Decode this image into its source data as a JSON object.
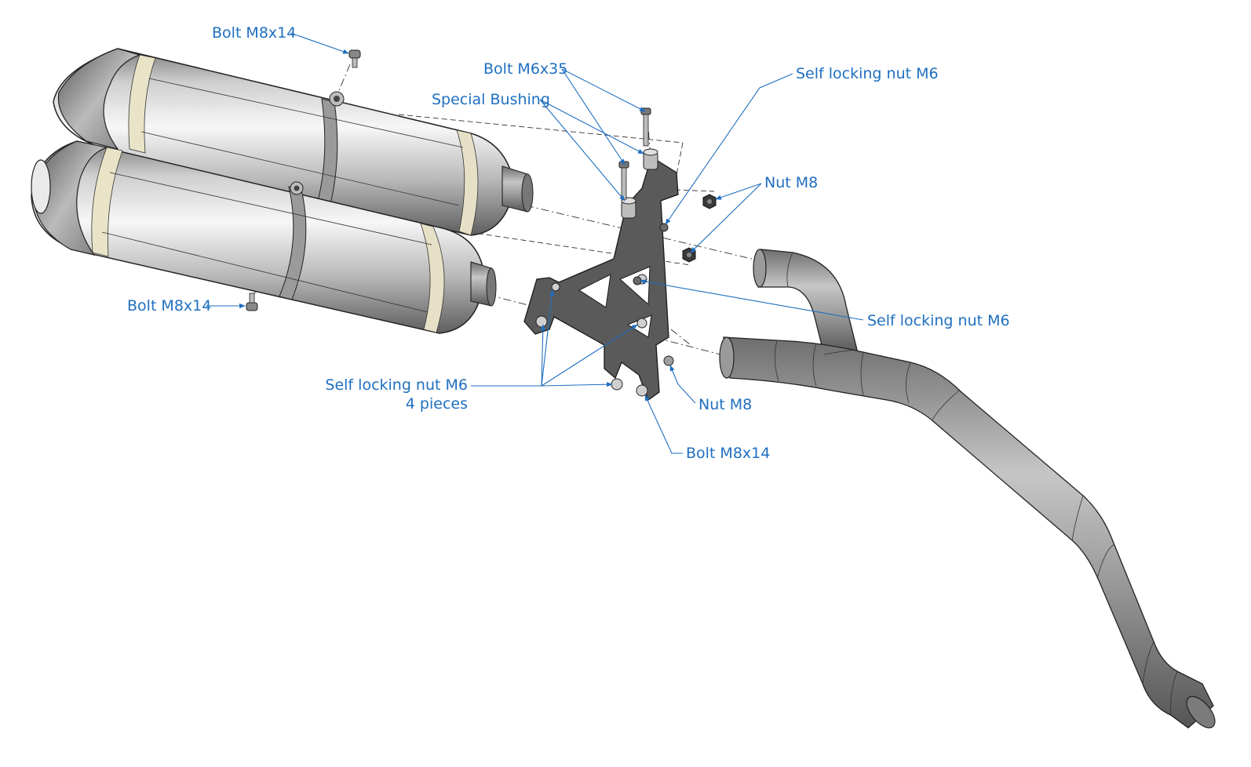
{
  "labels": {
    "bolt_m8x14_top": "Bolt M8x14",
    "bolt_m6x35": "Bolt M6x35",
    "special_bushing": "Special Bushing",
    "self_locking_nut_m6_top": "Self locking nut M6",
    "nut_m8_right": "Nut M8",
    "self_locking_nut_m6_right": "Self locking nut M6",
    "bolt_m8x14_left": "Bolt M8x14",
    "self_locking_nut_m6_bottom": "Self locking nut M6",
    "four_pieces": "4 pieces",
    "nut_m8_bottom": "Nut M8",
    "bolt_m8x14_bottom": "Bolt M8x14"
  },
  "colors": {
    "callout": "#1f6fc0",
    "metal_dark": "#6f6f6f",
    "metal_mid": "#a9a9a9",
    "metal_light": "#f2f2f2",
    "bracket": "#4a4a4a",
    "pipe": "#8d8d8d"
  }
}
